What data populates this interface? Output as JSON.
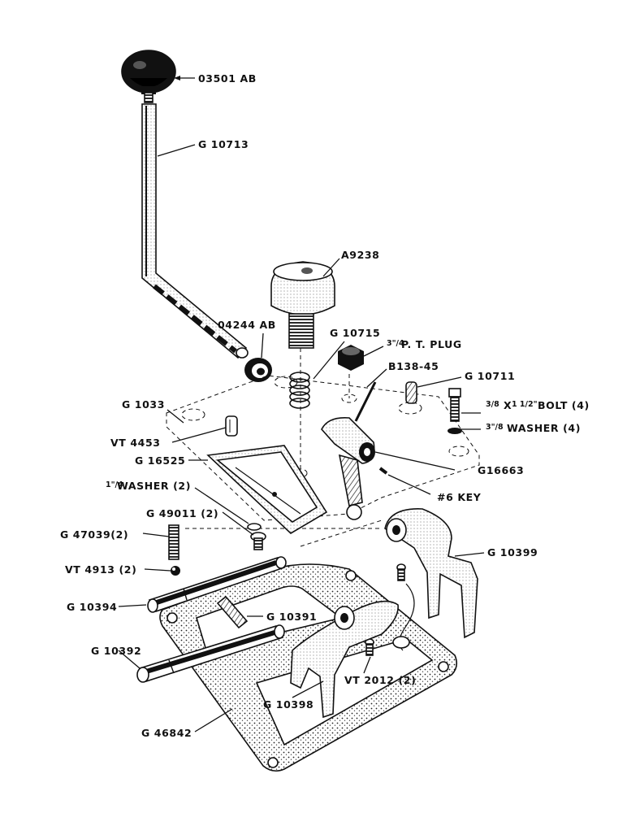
{
  "labels": {
    "knob": "03501 AB",
    "lever": "G 10713",
    "cap": "A9238",
    "washer_04244": "04244 AB",
    "spring": "G 10715",
    "plug_fraction": "3\"/4",
    "plug": "P. T. PLUG",
    "pin_b138": "B138-45",
    "pin_g10711": "G 10711",
    "bolt_fraction_a": "3/8",
    "bolt_x": "X",
    "bolt_fraction_b": "1 1/2\"",
    "bolt": "BOLT (4)",
    "washer4_fraction": "3\"/8",
    "washer4": "WASHER (4)",
    "cover": "G 1033",
    "vt4453": "VT 4453",
    "g16525": "G 16525",
    "g16663": "G16663",
    "key": "#6 KEY",
    "washer2_fraction": "1\"/4",
    "washer2": "WASHER (2)",
    "g49011": "G 49011 (2)",
    "g47039": "G 47039(2)",
    "vt4913": "VT 4913 (2)",
    "g10399": "G 10399",
    "g10394": "G 10394",
    "g10391": "G 10391",
    "g10392": "G 10392",
    "vt2012": "VT 2012 (2)",
    "g10398": "G 10398",
    "gasket": "G 46842"
  }
}
